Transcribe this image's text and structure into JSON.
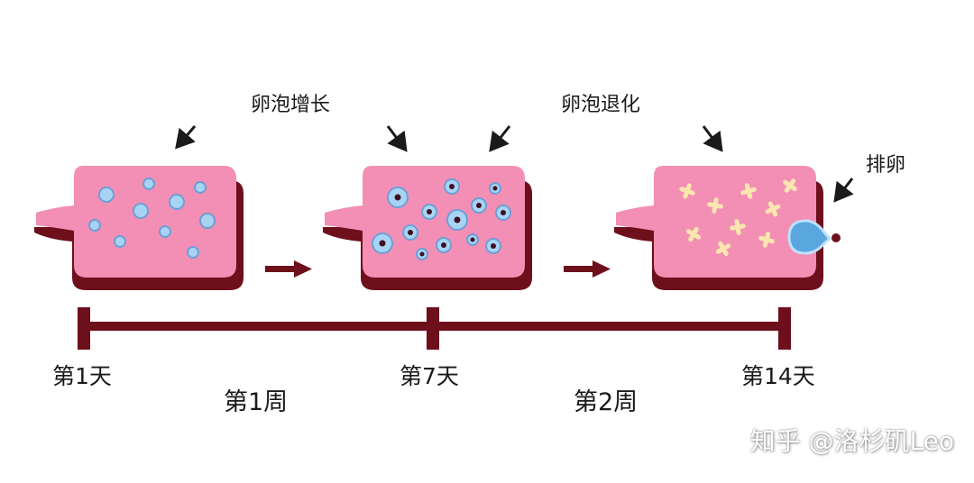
{
  "labels": {
    "follicle_growth": "卵泡增长",
    "follicle_regression": "卵泡退化",
    "ovulation": "排卵"
  },
  "timeline": {
    "days": [
      "第1天",
      "第7天",
      "第14天"
    ],
    "weeks": [
      "第1周",
      "第2周"
    ]
  },
  "watermark": "知乎 @洛杉矶Leo",
  "colors": {
    "ovary_pink": "#f38fb4",
    "ovary_shadow": "#6e0f1c",
    "timeline": "#6e0f1c",
    "follicle_blue": "#a8d4f4",
    "follicle_ring": "#6f9ed6",
    "oocyte": "#3d0f22",
    "corpus_yellow": "#fbe6b0",
    "ovulating_follicle": "#5aa7e0"
  }
}
